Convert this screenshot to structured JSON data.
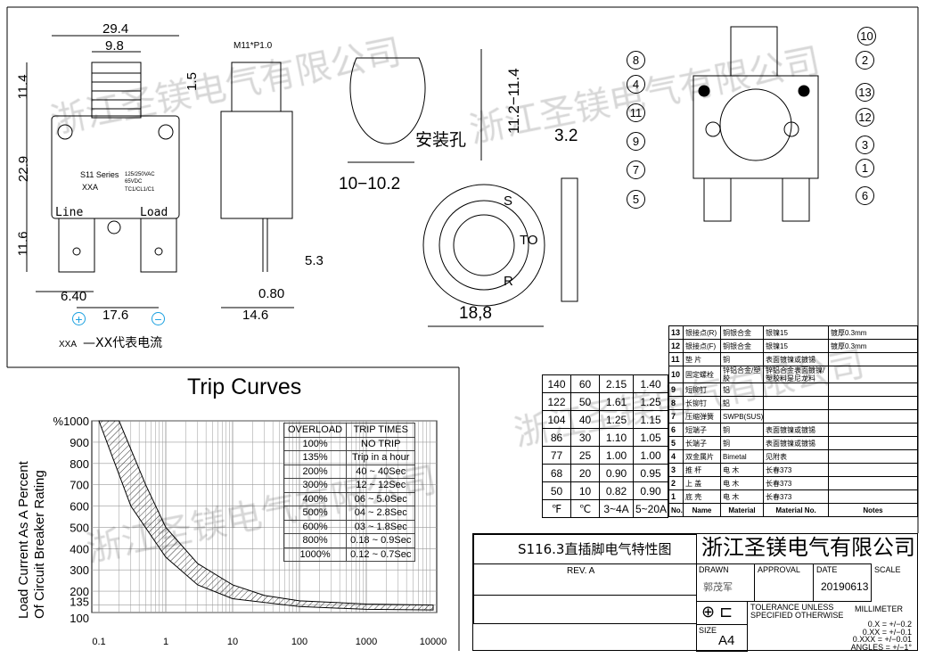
{
  "drawing": {
    "front_dims": [
      "29.4",
      "9.8",
      "11.4",
      "1.5",
      "22.9",
      "11.6",
      "6.40",
      "17.6"
    ],
    "front_label": {
      "series": "S11 Series",
      "rating": "125/250VAC",
      "dc": "65VDC",
      "model": "XXA",
      "standards": "TC1/CL1/C1",
      "line": "Line",
      "load": "Load"
    },
    "polarity": [
      "+",
      "−"
    ],
    "current_note_prefix": "XXA",
    "current_note": "—XX代表电流",
    "side_dims": [
      "M11*P1.0",
      "5.3",
      "0.80",
      "14.6"
    ],
    "hole_dims": [
      "11.2−11.4",
      "10−10.2"
    ],
    "hole_label": "安装孔",
    "nut_dims": [
      "3.2",
      "18,8"
    ],
    "nut_text": [
      "S",
      "TO",
      "R"
    ],
    "callouts": [
      "10",
      "8",
      "2",
      "4",
      "13",
      "11",
      "12",
      "9",
      "3",
      "7",
      "1",
      "5",
      "6"
    ]
  },
  "chart_data": {
    "type": "area",
    "title": "Trip Curves",
    "ylabel": "Load Current As A Percent Of Circuit Breaker Rating",
    "ylabel_lines": [
      "Load Current As A Percent",
      "Of Circuit Breaker Rating"
    ],
    "xlabel": "",
    "x_scale": "log",
    "xlim": [
      0.1,
      10000
    ],
    "ylim": [
      100,
      1000
    ],
    "x_ticks": [
      "0.1",
      "1",
      "10",
      "100",
      "1000",
      "10000"
    ],
    "y_ticks": [
      "%1000",
      "900",
      "800",
      "700",
      "600",
      "500",
      "400",
      "300",
      "200",
      "135",
      "100"
    ],
    "y_tick_values": [
      1000,
      900,
      800,
      700,
      600,
      500,
      400,
      300,
      200,
      135,
      100
    ],
    "grid": true,
    "band_upper": [
      [
        0.2,
        1000
      ],
      [
        0.5,
        700
      ],
      [
        1,
        500
      ],
      [
        3,
        330
      ],
      [
        10,
        230
      ],
      [
        30,
        180
      ],
      [
        100,
        155
      ],
      [
        1000,
        140
      ],
      [
        10000,
        135
      ]
    ],
    "band_lower": [
      [
        0.1,
        1000
      ],
      [
        0.3,
        600
      ],
      [
        1,
        360
      ],
      [
        3,
        230
      ],
      [
        10,
        165
      ],
      [
        100,
        128
      ],
      [
        1000,
        115
      ],
      [
        10000,
        112
      ]
    ],
    "overload_table": {
      "headers": [
        "OVERLOAD",
        "TRIP TIMES"
      ],
      "rows": [
        [
          "100%",
          "NO   TRIP"
        ],
        [
          "135%",
          "Trip in a hour"
        ],
        [
          "200%",
          "40 ~ 40Sec"
        ],
        [
          "300%",
          "12 ~ 12Sec"
        ],
        [
          "400%",
          "06 ~ 5.0Sec"
        ],
        [
          "500%",
          "04 ~ 2.8Sec"
        ],
        [
          "600%",
          "03 ~ 1.8Sec"
        ],
        [
          "800%",
          "0.18 ~ 0.9Sec"
        ],
        [
          "1000%",
          "0.12 ~ 0.7Sec"
        ]
      ]
    }
  },
  "temp_table": {
    "rows": [
      [
        "140",
        "60",
        "2.15",
        "1.40"
      ],
      [
        "122",
        "50",
        "1.61",
        "1.25"
      ],
      [
        "104",
        "40",
        "1.25",
        "1.15"
      ],
      [
        "86",
        "30",
        "1.10",
        "1.05"
      ],
      [
        "77",
        "25",
        "1.00",
        "1.00"
      ],
      [
        "68",
        "20",
        "0.90",
        "0.95"
      ],
      [
        "50",
        "10",
        "0.82",
        "0.90"
      ]
    ],
    "headers": [
      "℉",
      "℃",
      "3~4A",
      "5~20A"
    ]
  },
  "bom": {
    "rows": [
      [
        "13",
        "银接点(R)",
        "铜银合金",
        "银镍15",
        "镀厚0.3mm"
      ],
      [
        "12",
        "银接点(F)",
        "铜银合金",
        "银镍15",
        "镀厚0.3mm"
      ],
      [
        "11",
        "垫 片",
        "铜",
        "表面镀镍或镀锡",
        ""
      ],
      [
        "10",
        "固定螺栓",
        "锌铝合金/塑胶",
        "锌铝合金表面镀镍/塑胶料是尼龙料",
        ""
      ],
      [
        "9",
        "短铆钉",
        "铝",
        "",
        ""
      ],
      [
        "8",
        "长铆钉",
        "铝",
        "",
        ""
      ],
      [
        "7",
        "压缩弹簧",
        "SWPB(SUS)",
        "",
        ""
      ],
      [
        "6",
        "短端子",
        "铜",
        "表面镀镍或镀锡",
        ""
      ],
      [
        "5",
        "长端子",
        "铜",
        "表面镀镍或镀锡",
        ""
      ],
      [
        "4",
        "双金属片",
        "Bimetal",
        "见附表",
        ""
      ],
      [
        "3",
        "推 杆",
        "电 木",
        "长春373",
        ""
      ],
      [
        "2",
        "上 盖",
        "电 木",
        "长春373",
        ""
      ],
      [
        "1",
        "底 壳",
        "电 木",
        "长春373",
        ""
      ]
    ],
    "headers": [
      "No.",
      "Name",
      "Material",
      "Material No.",
      "Notes"
    ]
  },
  "title_block": {
    "drawing_title": "S116.3直插脚电气特性图",
    "company": "浙江圣镁电气有限公司",
    "rev": "REV.  A",
    "drawn_label": "DRAWN",
    "drawn": "郭茂军",
    "approval_label": "APPROVAL",
    "date_label": "DATE",
    "date": "20190613",
    "scale_label": "SCALE",
    "size_label": "SIZE",
    "size": "A4",
    "tolerance_label": [
      "TOLERANCE  UNLESS",
      "SPECIFIED  OTHERWISE"
    ],
    "unit": "MILLIMETER",
    "tolerances": [
      "0.X  =  +/−0.2",
      "0.XX  =  +/−0.1",
      "0.XXX  =  +/−0.01",
      "ANGLES  =  +/−1°"
    ]
  },
  "watermark": "浙江圣镁电气有限公司"
}
